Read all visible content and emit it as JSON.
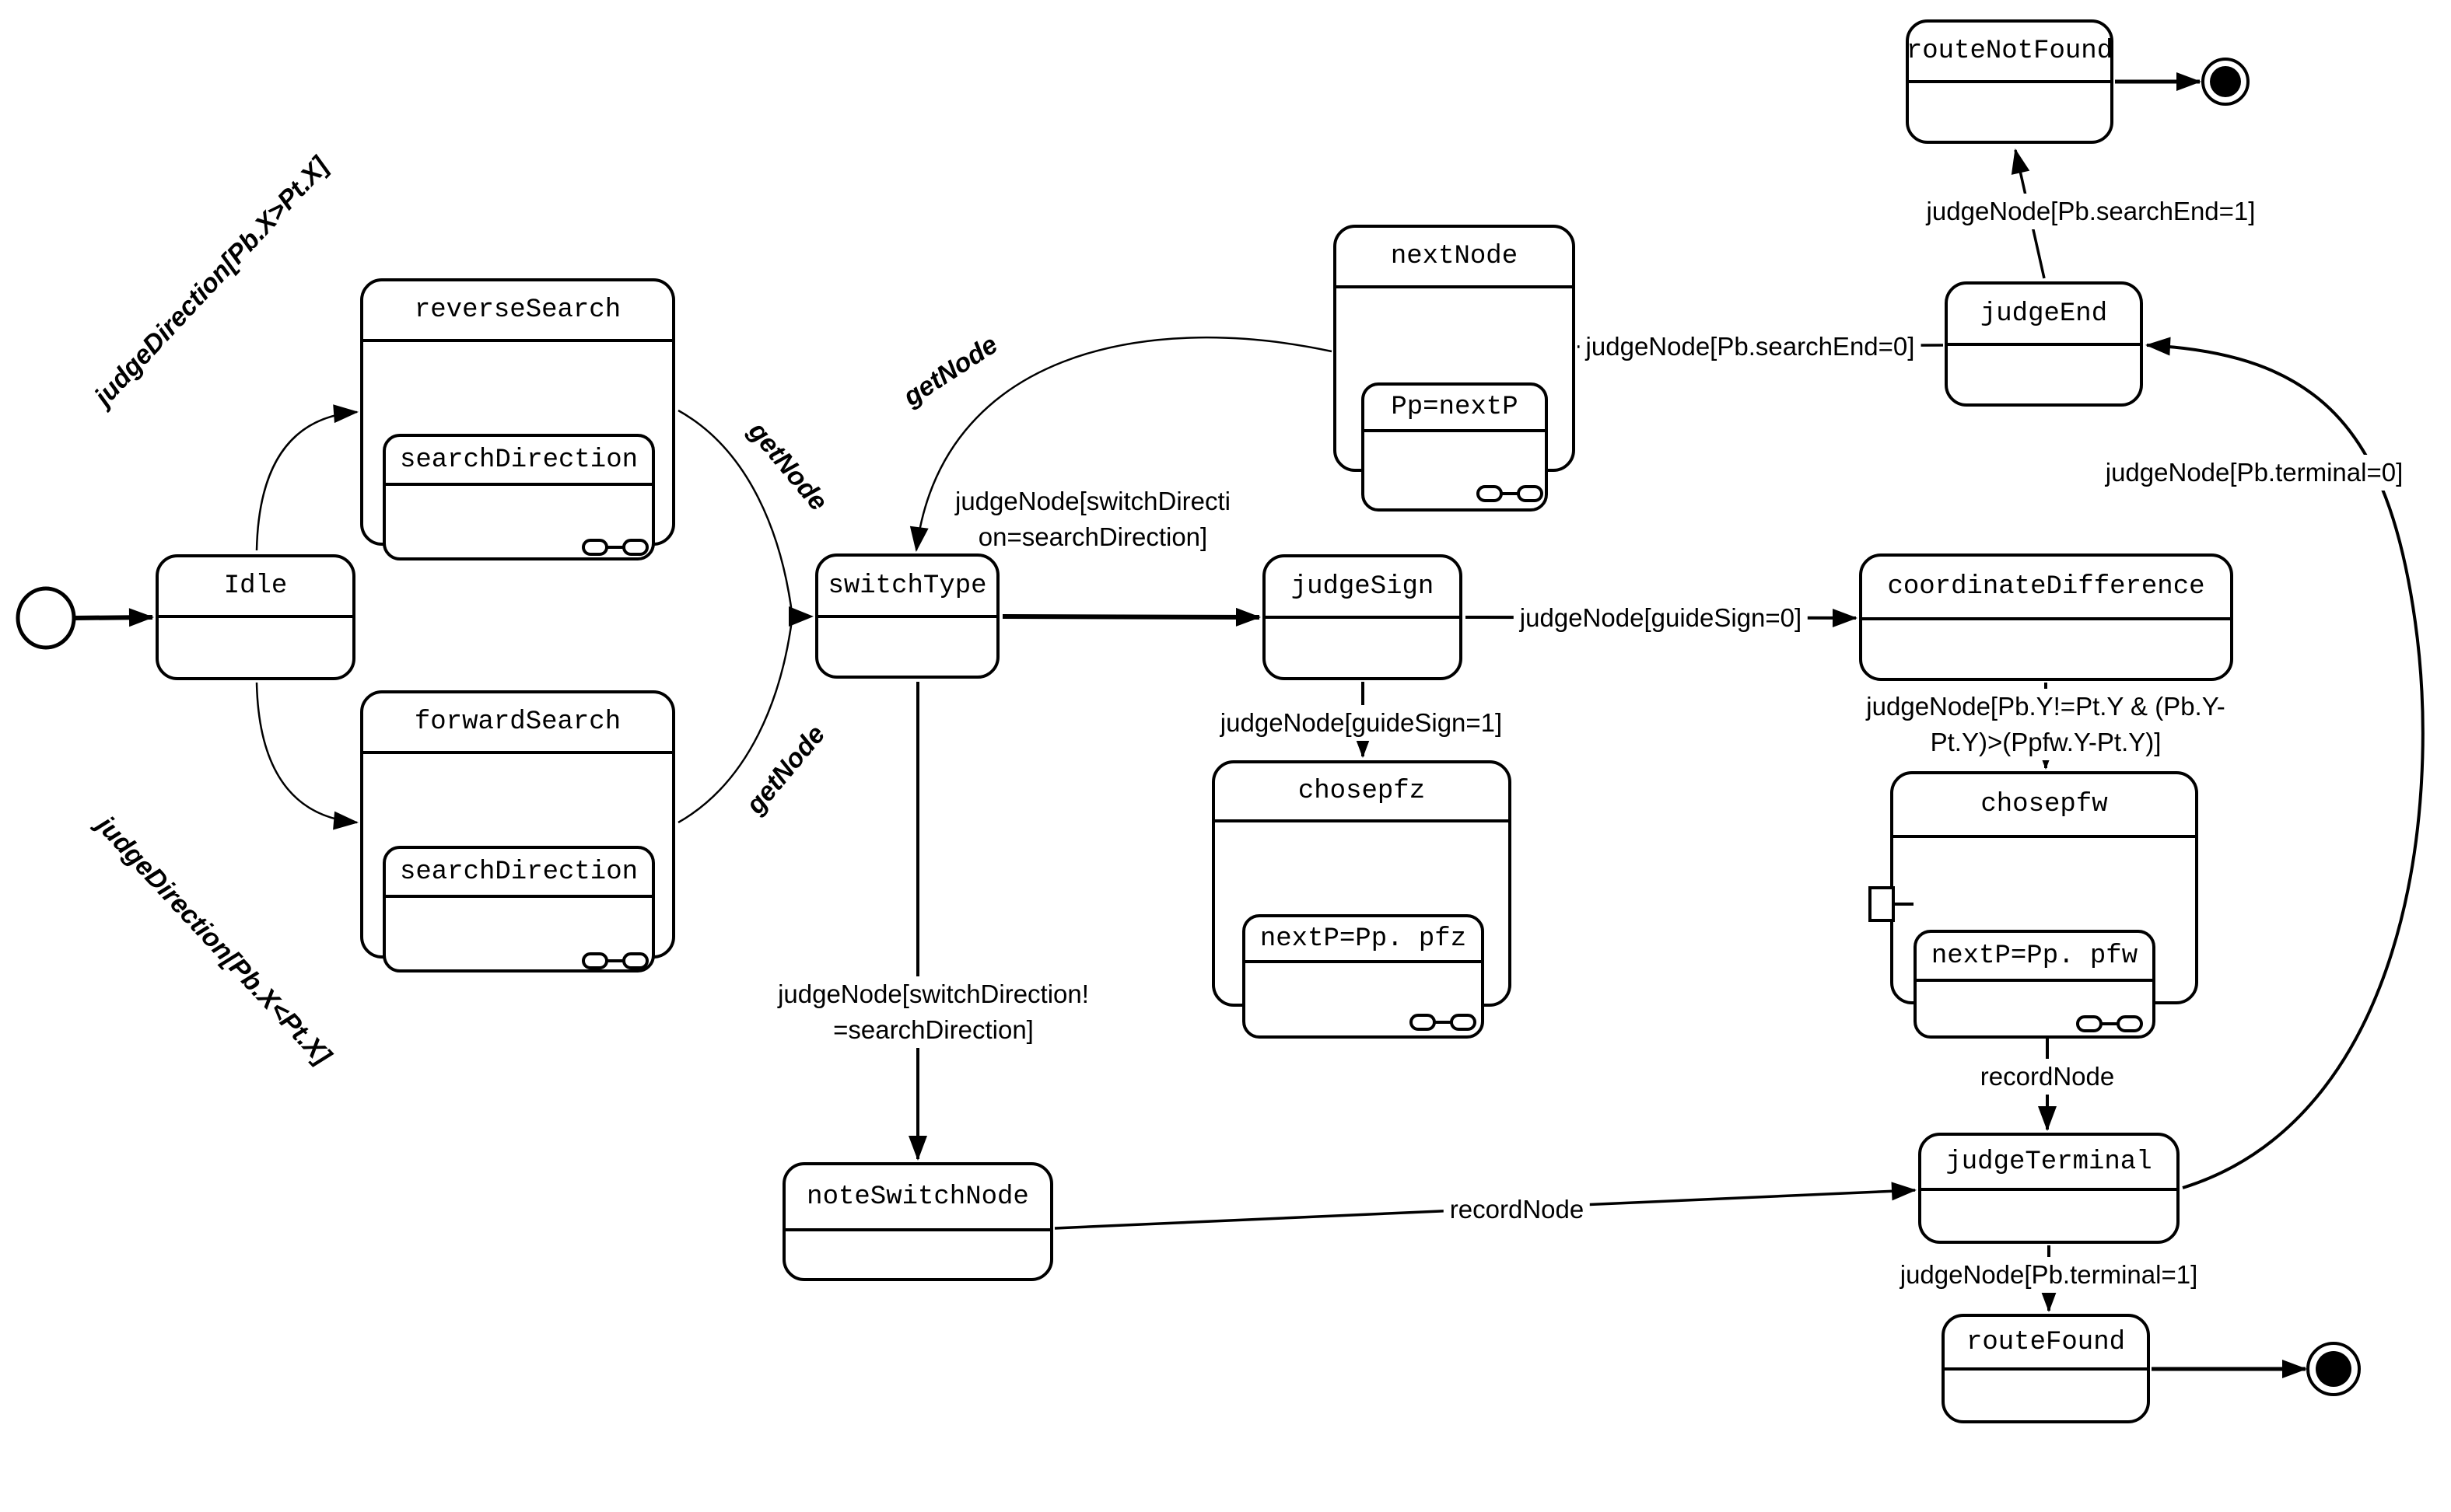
{
  "diagram": {
    "kind": "uml-state-machine",
    "colors": {
      "stroke": "#000000",
      "background": "#ffffff"
    },
    "states": {
      "idle": {
        "label": "Idle"
      },
      "reverseSearch": {
        "label": "reverseSearch",
        "substate": "searchDirection"
      },
      "forwardSearch": {
        "label": "forwardSearch",
        "substate": "searchDirection"
      },
      "nextNode": {
        "label": "nextNode",
        "substate": "Pp=nextP"
      },
      "switchType": {
        "label": "switchType"
      },
      "judgeSign": {
        "label": "judgeSign"
      },
      "coordinateDifference": {
        "label": "coordinateDifference"
      },
      "chosepfz": {
        "label": "chosepfz",
        "substate": "nextP=Pp. pfz"
      },
      "chosepfw": {
        "label": "chosepfw",
        "substate": "nextP=Pp. pfw"
      },
      "noteSwitchNode": {
        "label": "noteSwitchNode"
      },
      "judgeTerminal": {
        "label": "judgeTerminal"
      },
      "judgeEnd": {
        "label": "judgeEnd"
      },
      "routeNotFound": {
        "label": "routeNotFound"
      },
      "routeFound": {
        "label": "routeFound"
      }
    },
    "transitions": {
      "idle_to_reverse": "judgeDirection[Pb.X>Pt.X]",
      "idle_to_forward": "judgeDirection[Pb.X<Pt.X]",
      "reverse_to_switch": "getNode",
      "forward_to_switch": "getNode",
      "nextnode_to_switch": "getNode",
      "switch_to_judgesign": "judgeNode[switchDirecti\non=searchDirection]",
      "switch_to_noteswitch": "judgeNode[switchDirection!\n=searchDirection]",
      "judgesign_to_chosepfz": "judgeNode[guideSign=1]",
      "judgesign_to_coordinatedifference": "judgeNode[guideSign=0]",
      "coordinatedifference_to_chosepfw": "judgeNode[Pb.Y!=Pt.Y & (Pb.Y-Pt.Y)>(Ppfw.Y-Pt.Y)]",
      "chosepfw_to_judgeterminal": "recordNode",
      "noteswitch_to_judgeterminal": "recordNode",
      "judgeterminal_to_routefound": "judgeNode[Pb.terminal=1]",
      "judgeterminal_to_judgeend": "judgeNode[Pb.terminal=0]",
      "judgeend_to_routenotfound": "judgeNode[Pb.searchEnd=1]",
      "judgeend_to_nextnode": "judgeNode[Pb.searchEnd=0]"
    }
  }
}
